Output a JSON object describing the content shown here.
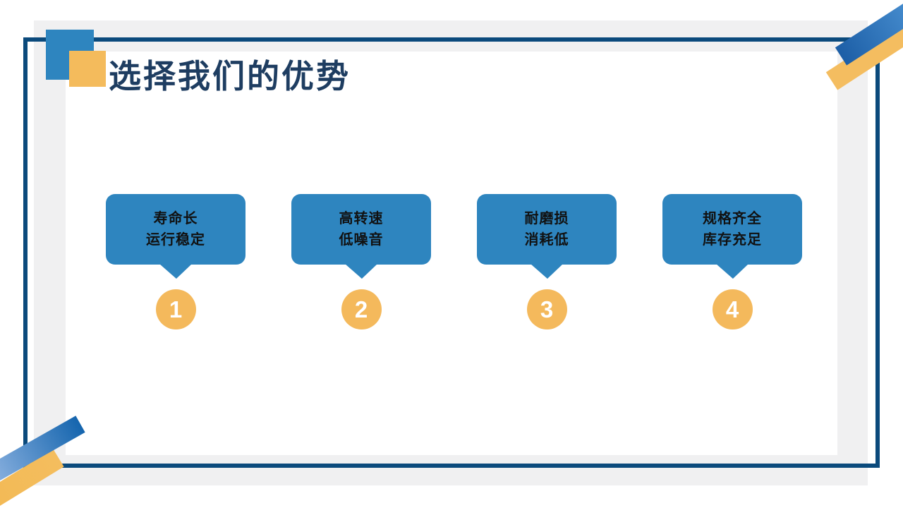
{
  "title": "选择我们的优势",
  "advantages": [
    {
      "number": "1",
      "line1": "寿命长",
      "line2": "运行稳定"
    },
    {
      "number": "2",
      "line1": "高转速",
      "line2": "低噪音"
    },
    {
      "number": "3",
      "line1": "耐磨损",
      "line2": "消耗低"
    },
    {
      "number": "4",
      "line1": "规格齐全",
      "line2": "库存充足"
    }
  ],
  "colors": {
    "bubble_blue": "#2e85bf",
    "badge_yellow": "#f4b95c",
    "frame_navy": "#0b4a7c",
    "title_navy": "#1e3d61",
    "panel_gray": "#f0f0f1"
  }
}
